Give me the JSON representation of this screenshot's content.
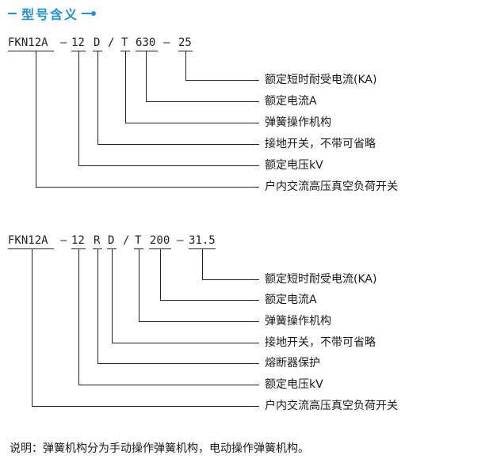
{
  "heading": {
    "title": "型号含义"
  },
  "diagram1": {
    "tokens": [
      "FKN12A",
      "–",
      "12",
      "D",
      "/",
      "T",
      "630",
      "–",
      "25"
    ],
    "descriptions": [
      "额定短时耐受电流(KA)",
      "额定电流A",
      "弹簧操作机构",
      "接地开关，不带可省略",
      "额定电压kV",
      "户内交流高压真空负荷开关"
    ]
  },
  "diagram2": {
    "tokens": [
      "FKN12A",
      "–",
      "12",
      "R",
      "D",
      "/",
      "T",
      "200",
      "–",
      "31.5"
    ],
    "descriptions": [
      "额定短时耐受电流(KA)",
      "额定电流A",
      "弹簧操作机构",
      "接地开关，不带可省略",
      "熔断器保护",
      "额定电压kV",
      "户内交流高压真空负荷开关"
    ]
  },
  "note": "说明：弹簧机构分为手动操作弹簧机构，电动操作弹簧机构。"
}
